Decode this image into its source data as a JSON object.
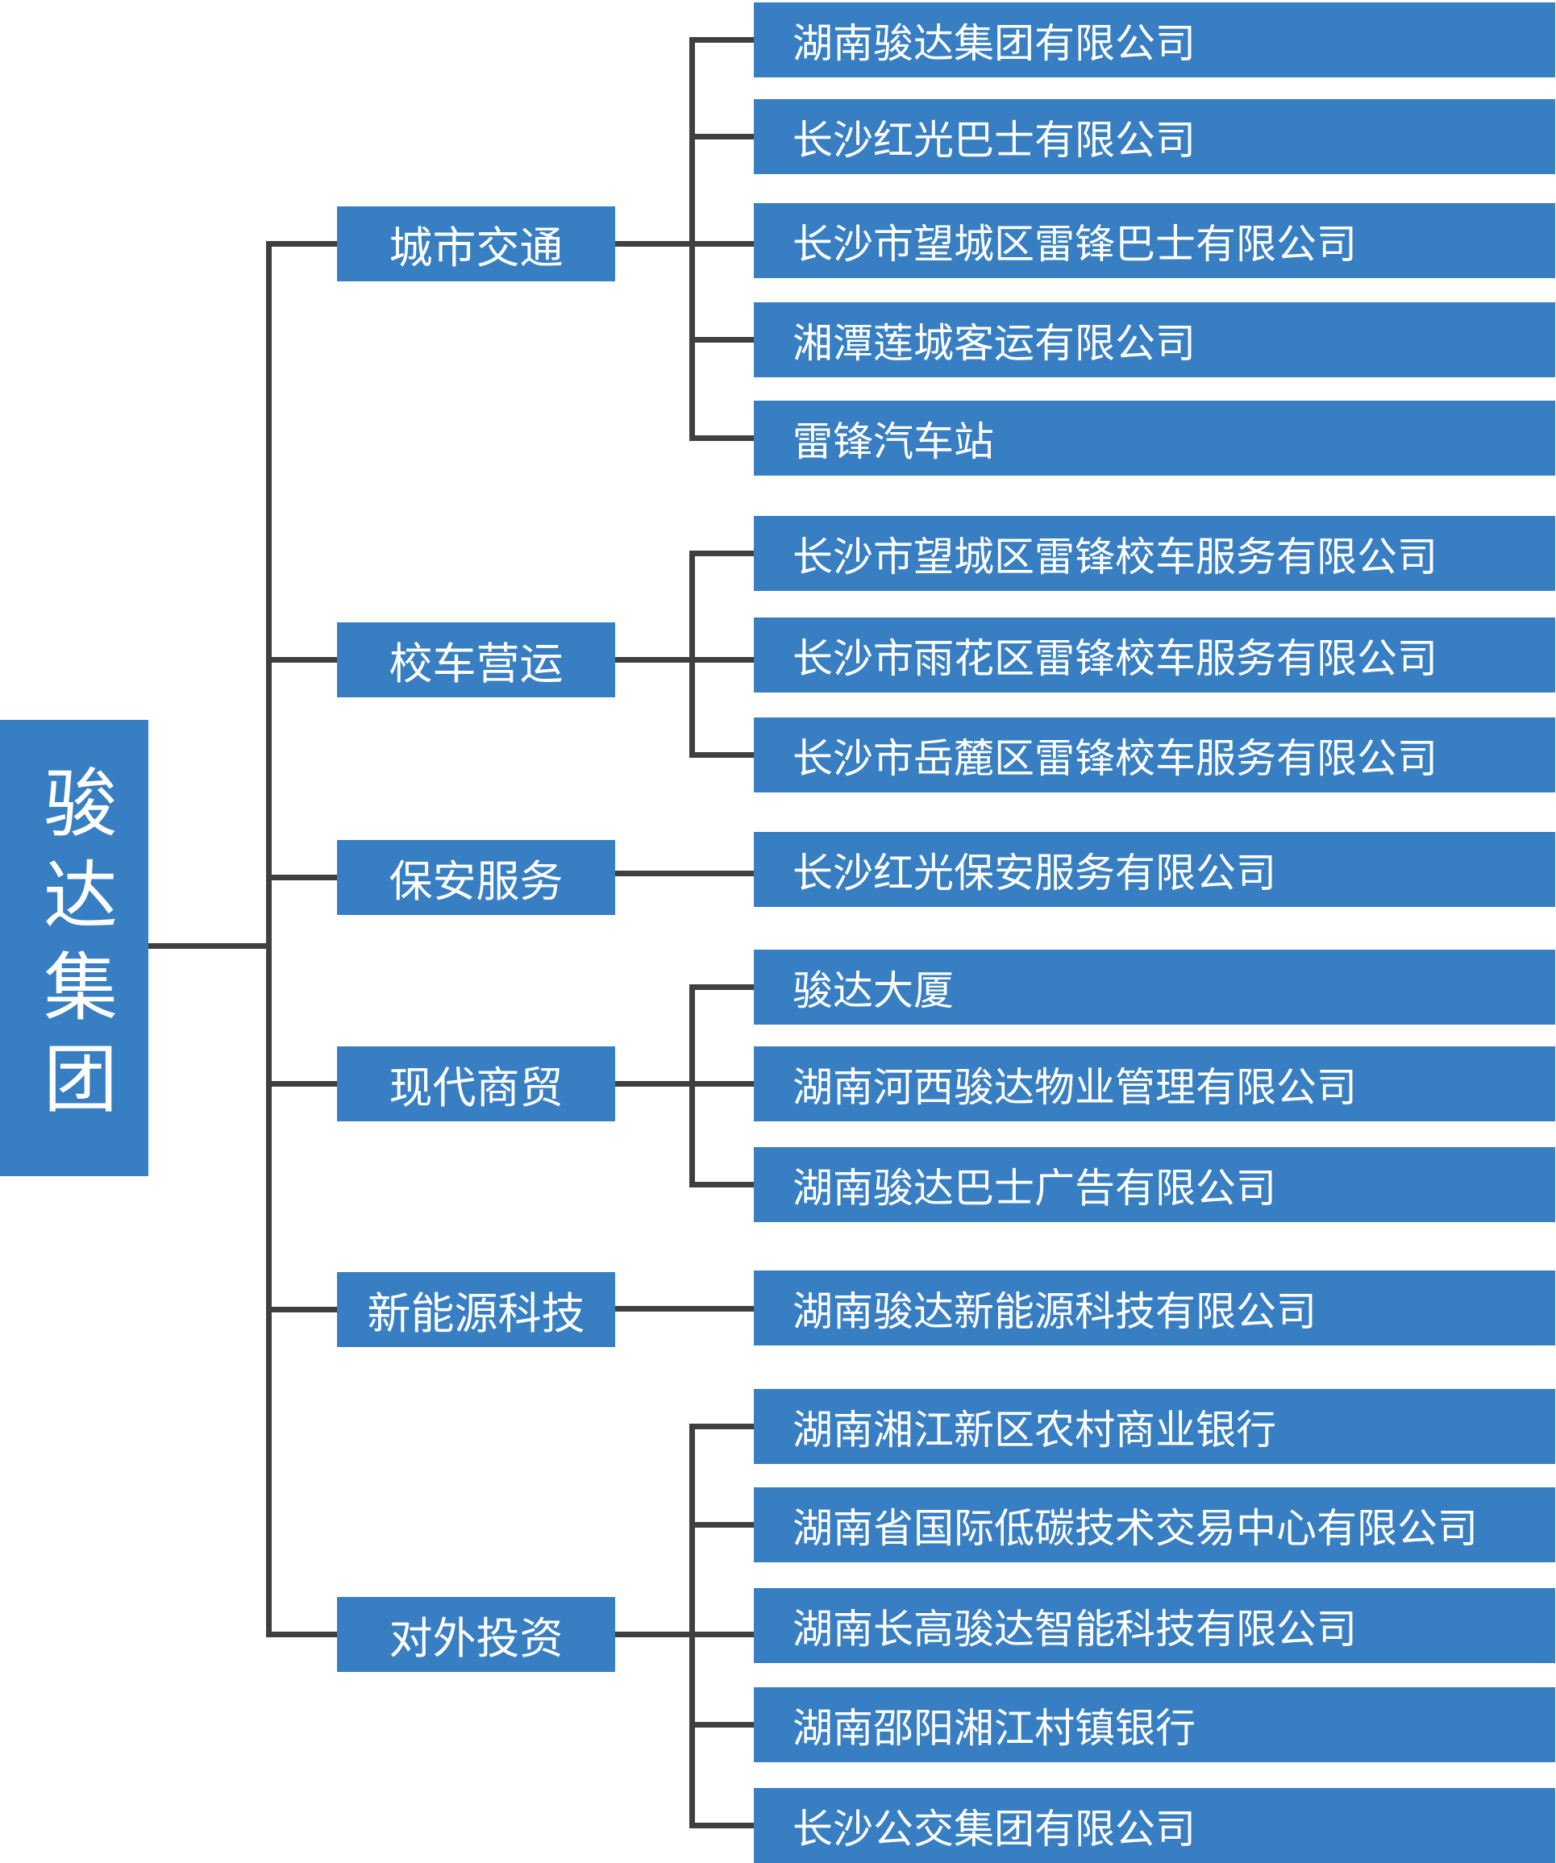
{
  "root": {
    "label": "骏达集团"
  },
  "colors": {
    "node_fill": "#377ec2",
    "connector": "#3f3f3f",
    "node_text": "#ffffff"
  },
  "groups": [
    {
      "label": "城市交通",
      "children": [
        "湖南骏达集团有限公司",
        "长沙红光巴士有限公司",
        "长沙市望城区雷锋巴士有限公司",
        "湘潭莲城客运有限公司",
        "雷锋汽车站"
      ]
    },
    {
      "label": "校车营运",
      "children": [
        "长沙市望城区雷锋校车服务有限公司",
        "长沙市雨花区雷锋校车服务有限公司",
        "长沙市岳麓区雷锋校车服务有限公司"
      ]
    },
    {
      "label": "保安服务",
      "children": [
        "长沙红光保安服务有限公司"
      ]
    },
    {
      "label": "现代商贸",
      "children": [
        "骏达大厦",
        "湖南河西骏达物业管理有限公司",
        "湖南骏达巴士广告有限公司"
      ]
    },
    {
      "label": "新能源科技",
      "children": [
        "湖南骏达新能源科技有限公司"
      ]
    },
    {
      "label": "对外投资",
      "children": [
        "湖南湘江新区农村商业银行",
        "湖南省国际低碳技术交易中心有限公司",
        "湖南长高骏达智能科技有限公司",
        "湖南邵阳湘江村镇银行",
        "长沙公交集团有限公司"
      ]
    }
  ]
}
